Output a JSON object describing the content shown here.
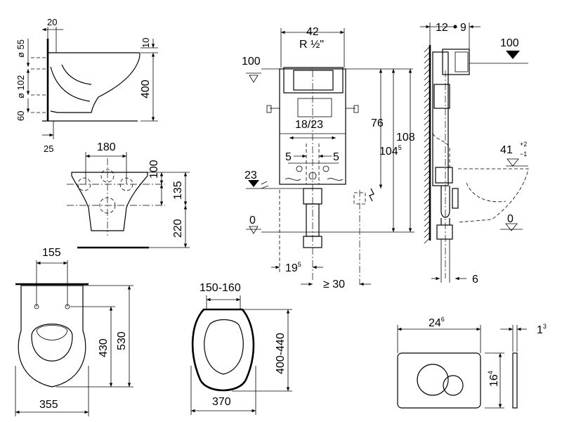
{
  "side_bowl": {
    "dim_top": "20",
    "dim_diam55": "ø 55",
    "dim_diam102": "ø 102",
    "dim_60": "60",
    "dim_25": "25",
    "dim_10": "10",
    "dim_400": "400"
  },
  "front_bowl": {
    "dim_180": "180",
    "dim_100": "100",
    "dim_135": "135",
    "dim_220": "220"
  },
  "top_bowl": {
    "dim_155": "155",
    "dim_430": "430",
    "dim_530": "530",
    "dim_355": "355"
  },
  "seat": {
    "dim_width_hinge": "150-160",
    "dim_length": "400-440",
    "dim_width": "370"
  },
  "frame_front": {
    "dim_42": "42",
    "dim_r": "R ½\"",
    "dim_100": "100",
    "dim_76": "76",
    "dim_108": "108",
    "dim_104": "104",
    "dim_104_sup": "5",
    "dim_1823": "18/23",
    "dim_5_left": "5",
    "dim_5_right": "5",
    "dim_23": "23",
    "dim_0": "0",
    "dim_19": "19",
    "dim_19_sup": "5",
    "dim_30": "≥ 30"
  },
  "frame_side": {
    "dim_12": "12",
    "dim_9": "9",
    "dim_100": "100",
    "dim_41": "41",
    "dim_41_tol_plus": "+2",
    "dim_41_tol_minus": "−1",
    "dim_0": "0",
    "dim_6": "6"
  },
  "plate": {
    "dim_24": "24",
    "dim_24_sup": "6",
    "dim_1": "1",
    "dim_1_sup": "3",
    "dim_16": "16",
    "dim_16_sup": "4"
  }
}
